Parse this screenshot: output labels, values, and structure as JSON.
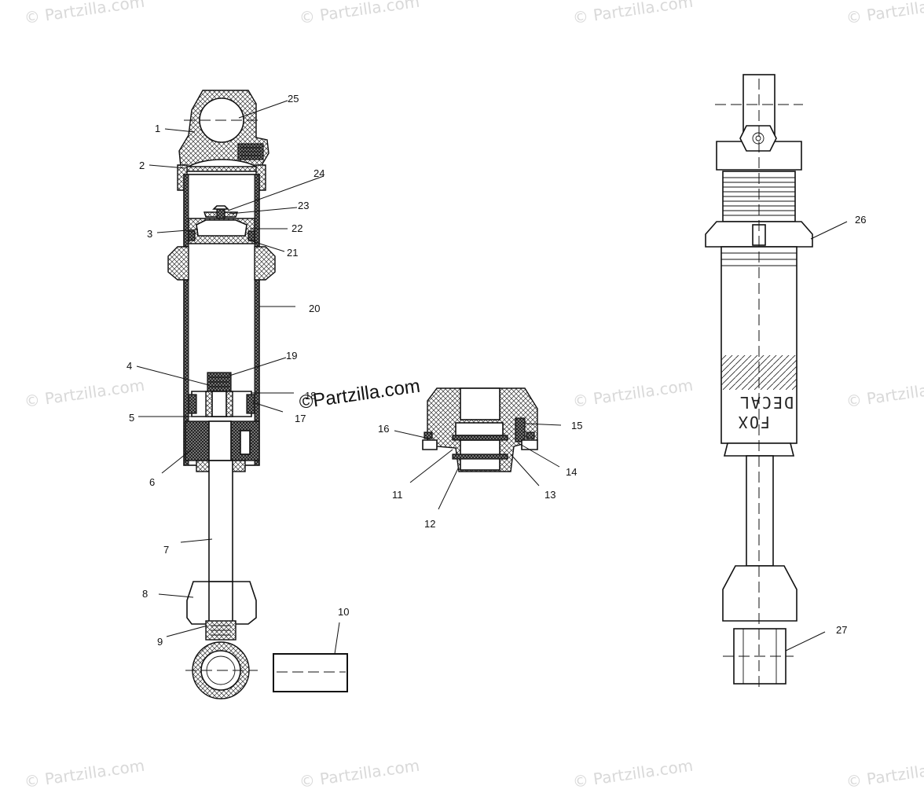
{
  "watermark": "© Partzilla.com",
  "brand_watermark": "©Partzilla.com",
  "decal_line1": "DECAL",
  "decal_line2": "FOX",
  "callouts": {
    "c1": "1",
    "c2": "2",
    "c3": "3",
    "c4": "4",
    "c5": "5",
    "c6": "6",
    "c7": "7",
    "c8": "8",
    "c9": "9",
    "c10": "10",
    "c11": "11",
    "c12": "12",
    "c13": "13",
    "c14": "14",
    "c15": "15",
    "c16": "16",
    "c17": "17",
    "c18": "18",
    "c19": "19",
    "c20": "20",
    "c21": "21",
    "c22": "22",
    "c23": "23",
    "c24": "24",
    "c25": "25",
    "c26": "26",
    "c27": "27"
  }
}
